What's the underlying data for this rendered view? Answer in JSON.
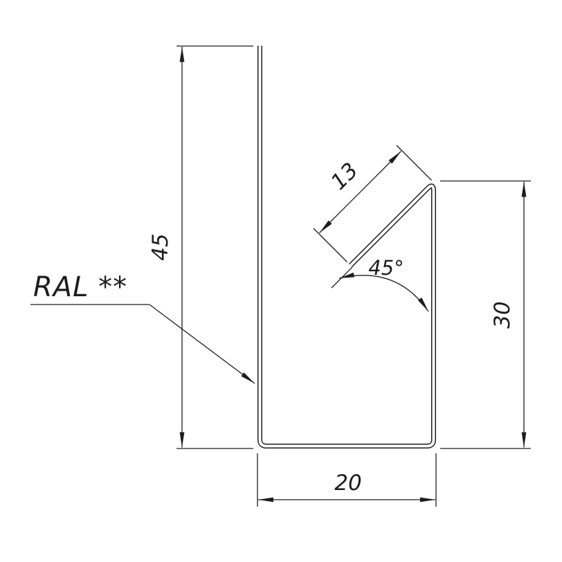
{
  "drawing": {
    "type": "sheet-metal-profile-cross-section",
    "background": "#ffffff",
    "line_color": "#1d1d1d",
    "label_ral": "RAL **",
    "dims": {
      "left_height": "45",
      "flange_length": "13",
      "bend_angle": "45°",
      "right_height": "30",
      "bottom_width": "20"
    },
    "dimensions_numeric": {
      "left_height": 45,
      "flange_length": 13,
      "bend_angle_deg": 45,
      "right_height": 30,
      "bottom_width": 20
    }
  }
}
